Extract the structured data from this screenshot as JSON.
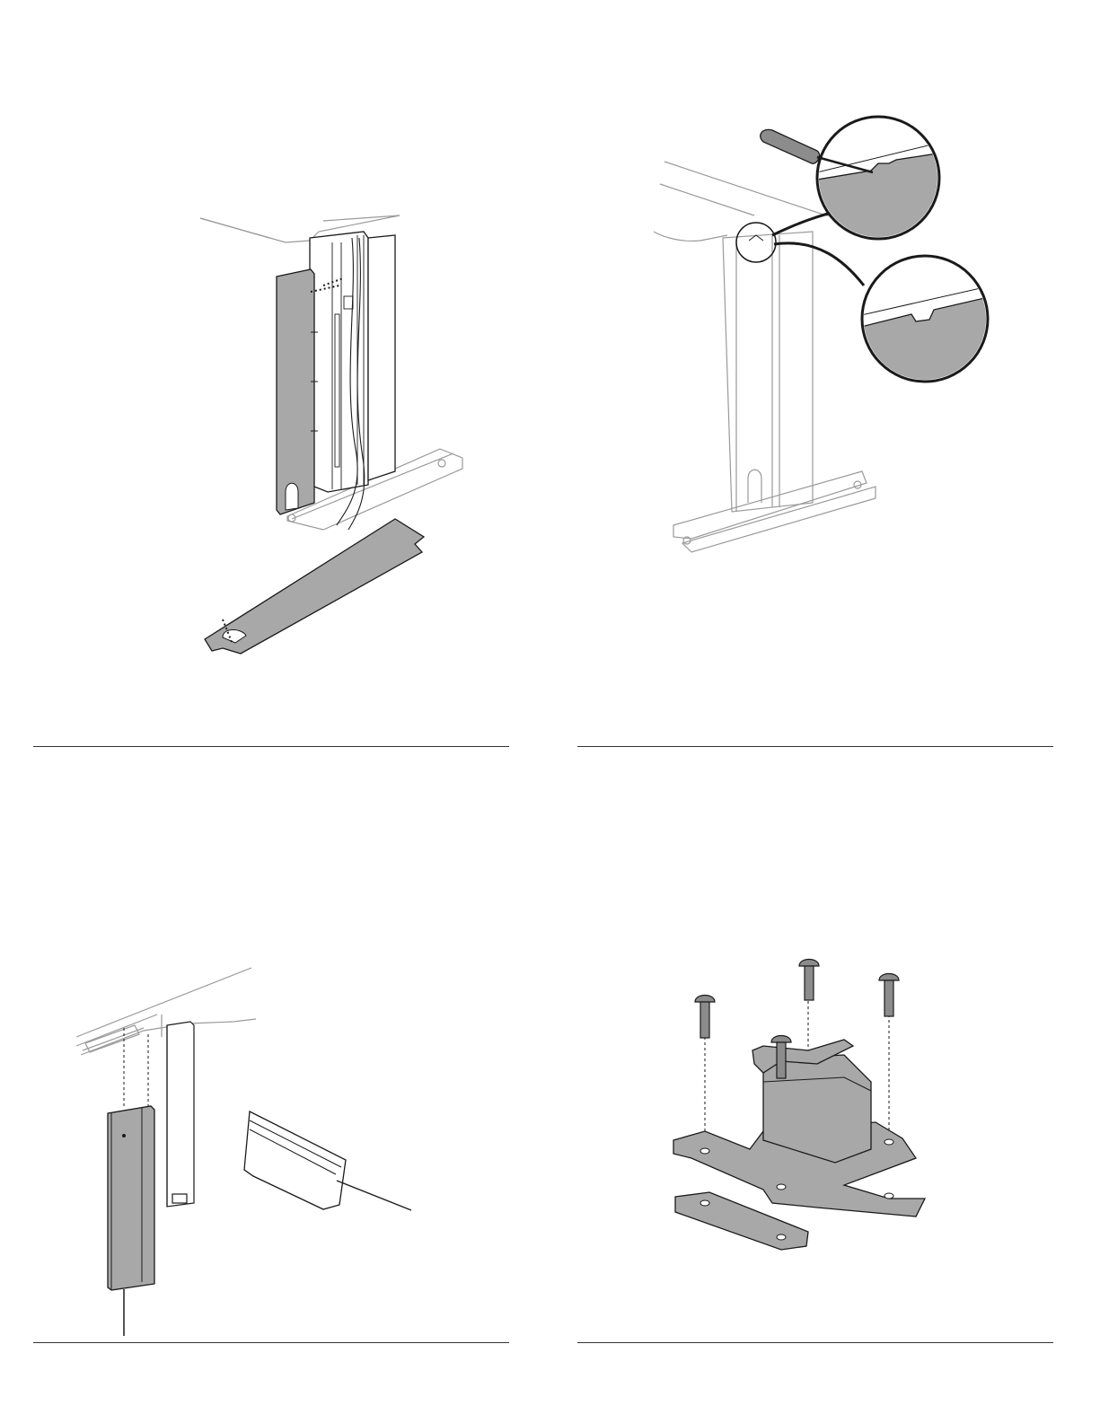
{
  "page": {
    "panels": [
      {
        "id": "step-1",
        "caption": ""
      },
      {
        "id": "step-2",
        "caption": ""
      },
      {
        "id": "step-3",
        "caption": ""
      },
      {
        "id": "step-4",
        "caption": ""
      }
    ]
  },
  "colors": {
    "line": "#1a1a1a",
    "panel_fill": "#a8a8a8",
    "panel_fill_dark": "#8c8c8c",
    "light_line": "#9a9a9a",
    "paper": "#ffffff"
  }
}
